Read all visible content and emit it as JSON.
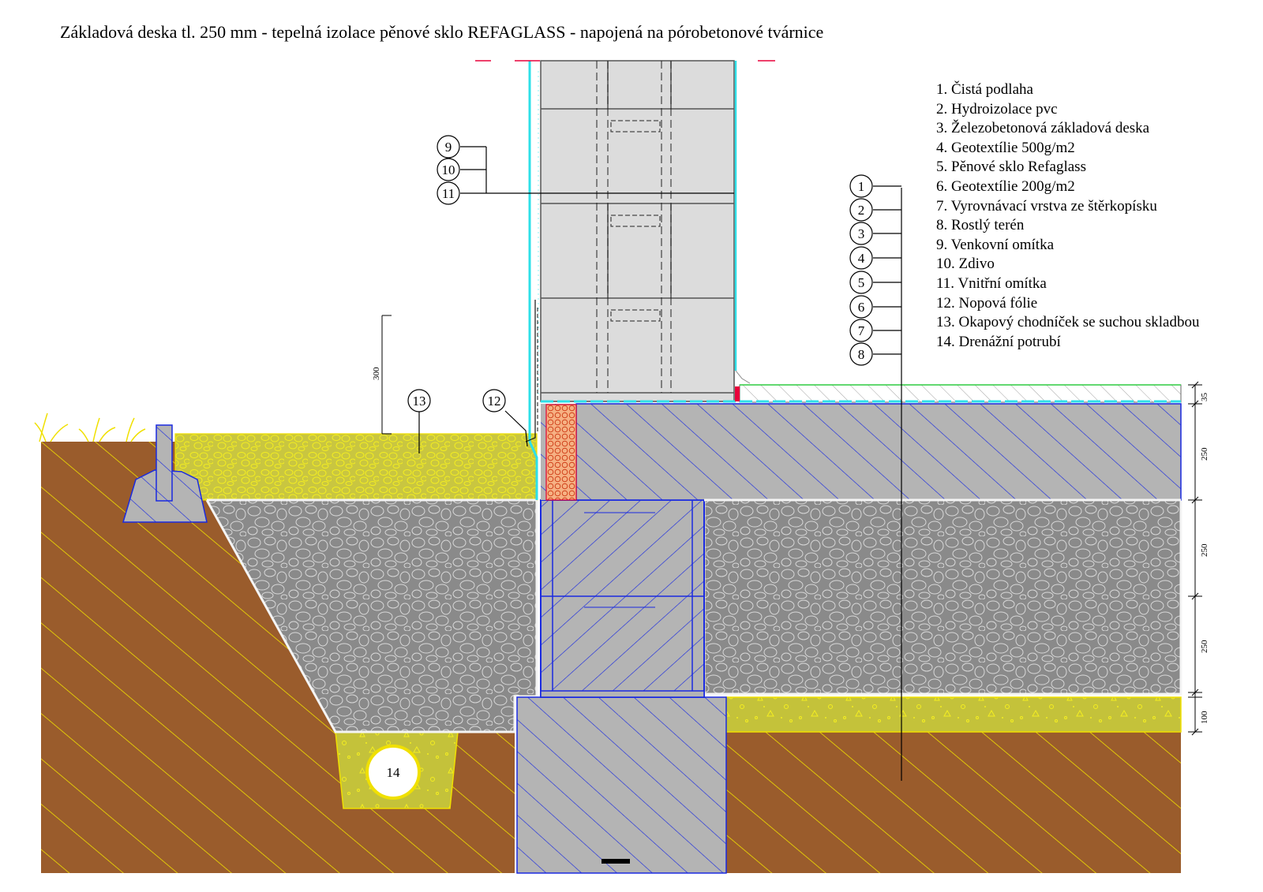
{
  "title": "Základová deska tl. 250 mm - tepelná izolace pěnové sklo REFAGLASS - napojená na pórobetonové tvárnice",
  "legend": [
    "1. Čistá podlaha",
    "2. Hydroizolace pvc",
    "3. Železobetonová základová deska",
    "4. Geotextílie 500g/m2",
    "5. Pěnové sklo Refaglass",
    "6. Geotextílie 200g/m2",
    "7. Vyrovnávací vrstva ze štěrkopísku",
    "8. Rostlý terén",
    "9. Venkovní omítka",
    "10. Zdivo",
    "11. Vnitřní omítka",
    "12. Nopová fólie",
    "13. Okapový chodníček se suchou skladbou",
    "14. Drenážní potrubí"
  ],
  "tags": {
    "t1": "1",
    "t2": "2",
    "t3": "3",
    "t4": "4",
    "t5": "5",
    "t6": "6",
    "t7": "7",
    "t8": "8",
    "t9": "9",
    "t10": "10",
    "t11": "11",
    "t12": "12",
    "t13": "13",
    "t14": "14"
  },
  "dimensions": {
    "floor": "35",
    "slab": "250",
    "glass_upper": "250",
    "glass_lower": "250",
    "gravel": "100",
    "pavement_height": "300"
  },
  "colors": {
    "soil": "#9a5c2c",
    "soil_hatch": "#f0e000",
    "concrete": "#b4b4b4",
    "concrete_hatch": "#1a2ae0",
    "foam_glass": "#8a8a8a",
    "pebbles": "#c9c640",
    "gravel_sand": "#c4c23a",
    "masonry": "#dcdcdc",
    "plaster": "#2ee0e8",
    "insulation": "#e06a2a",
    "seal": "#e8003a"
  }
}
